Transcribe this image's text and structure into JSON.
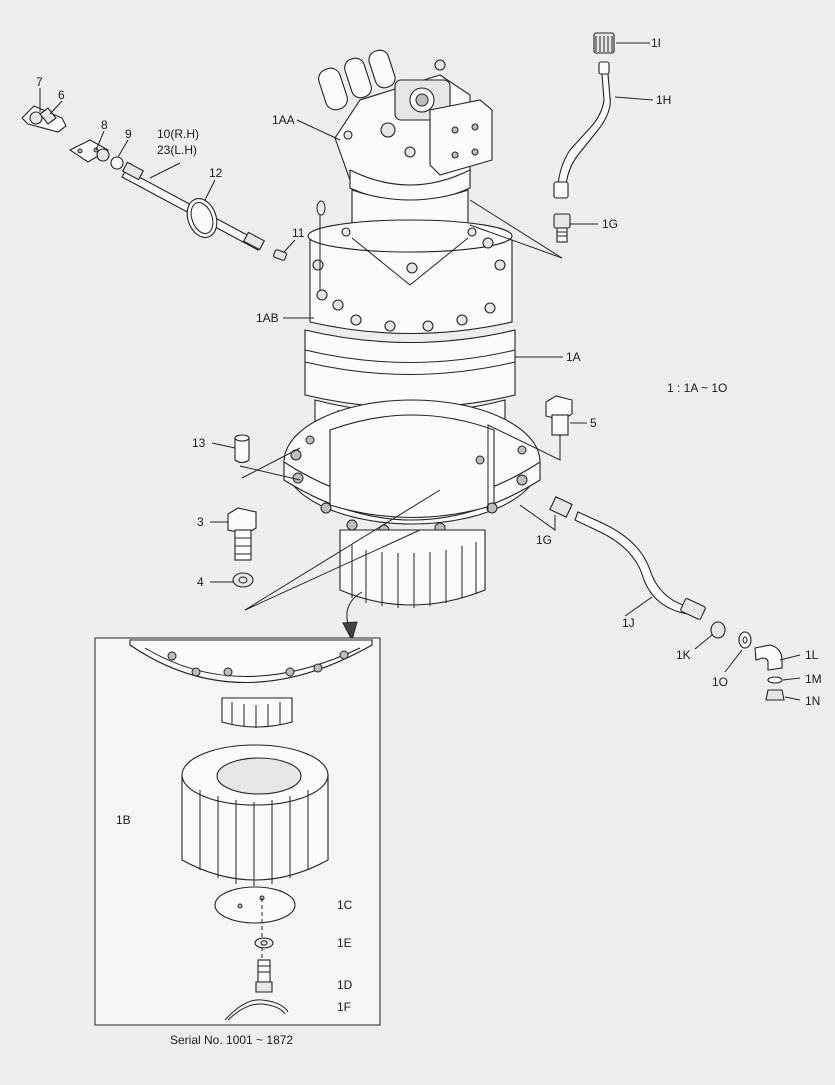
{
  "labels": {
    "p7": "7",
    "p6": "6",
    "p8": "8",
    "p9": "9",
    "p10": "10(R.H)",
    "p23": "23(L.H)",
    "p12": "12",
    "p11": "11",
    "p1AA": "1AA",
    "p1AB": "1AB",
    "p1A": "1A",
    "p1I": "1I",
    "p1H": "1H",
    "p1G_top": "1G",
    "ratio": "1 : 1A  ~ 1O",
    "p5": "5",
    "p13": "13",
    "p3": "3",
    "p4": "4",
    "p1G_bottom": "1G",
    "p1J": "1J",
    "p1K": "1K",
    "p1O": "1O",
    "p1L": "1L",
    "p1M": "1M",
    "p1N": "1N",
    "p1B": "1B",
    "p1C": "1C",
    "p1E": "1E",
    "p1D": "1D",
    "p1F": "1F"
  },
  "caption": "Serial No. 1001 ~ 1872",
  "colors": {
    "background": "#eceeef",
    "line": "#222222"
  }
}
